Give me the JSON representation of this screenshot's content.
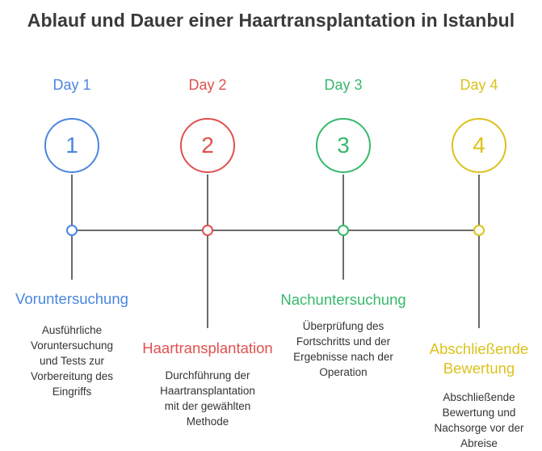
{
  "title": "Ablauf und Dauer einer Haartransplantation in Istanbul",
  "steps": [
    {
      "day": "Day 1",
      "number": "1",
      "heading": "Voruntersuchung",
      "description": "Ausführliche\nVoruntersuchung\nund Tests zur\nVorbereitung des\nEingriffs",
      "color": "#4a86e0"
    },
    {
      "day": "Day 2",
      "number": "2",
      "heading": "Haartransplantation",
      "description": "Durchführung der\nHaartransplantation\nmit der gewählten\nMethode",
      "color": "#e0504d"
    },
    {
      "day": "Day 3",
      "number": "3",
      "heading": "Nachuntersuchung",
      "description": "Überprüfung des\nFortschritts und der\nErgebnisse nach der\nOperation",
      "color": "#36b96b"
    },
    {
      "day": "Day 4",
      "number": "4",
      "heading": "Abschließende\nBewertung",
      "description": "Abschließende\nBewertung und\nNachsorge vor der\nAbreise",
      "color": "#dcc21c"
    }
  ],
  "line_color": "#6b6b6b"
}
